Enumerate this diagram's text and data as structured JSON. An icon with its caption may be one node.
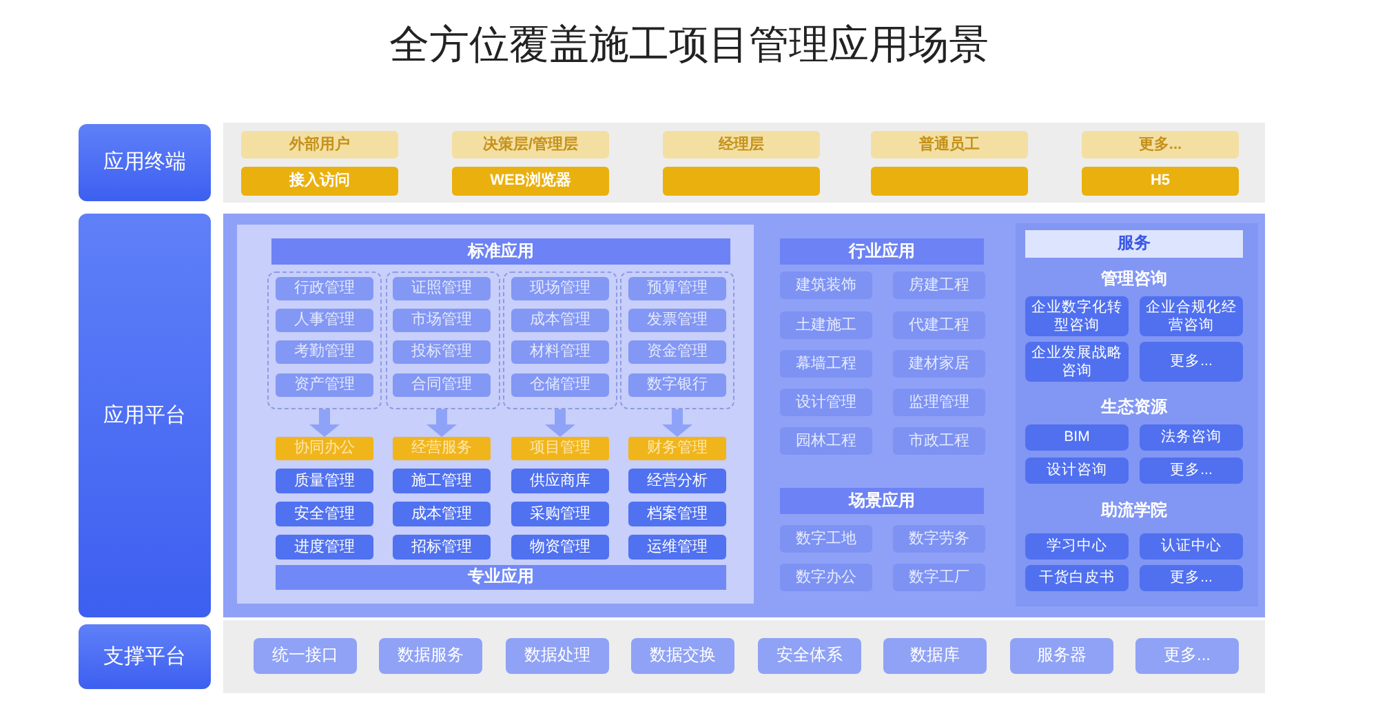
{
  "diagram": {
    "title": "全方位覆盖施工项目管理应用场景",
    "nodes": [
      {
        "text": [
          "应用终端"
        ]
      },
      {
        "text": [],
        "shape": "box"
      },
      {
        "text": [
          "外部用户"
        ],
        "in": 1
      },
      {
        "text": [
          "决策层/管理层"
        ],
        "in": 1
      },
      {
        "text": [
          "经理层"
        ],
        "in": 1
      },
      {
        "text": [
          "普通员工"
        ],
        "in": 1
      },
      {
        "text": [
          "更多..."
        ],
        "in": 1
      },
      {
        "text": [
          "接入访问"
        ],
        "in": 1
      },
      {
        "text": [
          "WEB浏览器"
        ],
        "in": 1
      },
      {
        "text": [],
        "shape": "box",
        "in": 1
      },
      {
        "text": [],
        "shape": "box",
        "in": 1
      },
      {
        "text": [
          "H5"
        ],
        "in": 1
      },
      {
        "text": [
          "应用平台"
        ]
      },
      {
        "text": [],
        "shape": "box"
      },
      {
        "text": [],
        "shape": "box",
        "in": 13
      },
      {
        "text": [
          "标准应用"
        ],
        "in": 14
      },
      {
        "text": [],
        "shape": "box",
        "in": 14
      },
      {
        "text": [
          "行政管理"
        ],
        "in": 16
      },
      {
        "text": [
          "人事管理"
        ],
        "in": 16
      },
      {
        "text": [
          "考勤管理"
        ],
        "in": 16
      },
      {
        "text": [
          "资产管理"
        ],
        "in": 16
      },
      {
        "text": [],
        "shape": "box",
        "in": 14
      },
      {
        "text": [
          "证照管理"
        ],
        "in": 21
      },
      {
        "text": [
          "市场管理"
        ],
        "in": 21
      },
      {
        "text": [
          "投标管理"
        ],
        "in": 21
      },
      {
        "text": [
          "合同管理"
        ],
        "in": 21
      },
      {
        "text": [],
        "shape": "box",
        "in": 14
      },
      {
        "text": [
          "现场管理"
        ],
        "in": 26
      },
      {
        "text": [
          "成本管理"
        ],
        "in": 26
      },
      {
        "text": [
          "材料管理"
        ],
        "in": 26
      },
      {
        "text": [
          "仓储管理"
        ],
        "in": 26
      },
      {
        "text": [],
        "shape": "box",
        "in": 14
      },
      {
        "text": [
          "预算管理"
        ],
        "in": 31
      },
      {
        "text": [
          "发票管理"
        ],
        "in": 31
      },
      {
        "text": [
          "资金管理"
        ],
        "in": 31
      },
      {
        "text": [
          "数字银行"
        ],
        "in": 31
      },
      {
        "text": [
          "协同办公"
        ],
        "in": 14
      },
      {
        "text": [
          "经营服务"
        ],
        "in": 14
      },
      {
        "text": [
          "项目管理"
        ],
        "in": 14
      },
      {
        "text": [
          "财务管理"
        ],
        "in": 14
      },
      {
        "text": [
          "质量管理"
        ],
        "in": 14
      },
      {
        "text": [
          "施工管理"
        ],
        "in": 14
      },
      {
        "text": [
          "供应商库"
        ],
        "in": 14
      },
      {
        "text": [
          "经营分析"
        ],
        "in": 14
      },
      {
        "text": [
          "安全管理"
        ],
        "in": 14
      },
      {
        "text": [
          "成本管理"
        ],
        "in": 14
      },
      {
        "text": [
          "采购管理"
        ],
        "in": 14
      },
      {
        "text": [
          "档案管理"
        ],
        "in": 14
      },
      {
        "text": [
          "进度管理"
        ],
        "in": 14
      },
      {
        "text": [
          "招标管理"
        ],
        "in": 14
      },
      {
        "text": [
          "物资管理"
        ],
        "in": 14
      },
      {
        "text": [
          "运维管理"
        ],
        "in": 14
      },
      {
        "text": [
          "专业应用"
        ],
        "in": 14
      },
      {
        "text": [
          "行业应用"
        ],
        "in": 13
      },
      {
        "text": [
          "建筑装饰"
        ],
        "in": 13
      },
      {
        "text": [
          "房建工程"
        ],
        "in": 13
      },
      {
        "text": [
          "土建施工"
        ],
        "in": 13
      },
      {
        "text": [
          "代建工程"
        ],
        "in": 13
      },
      {
        "text": [
          "幕墙工程"
        ],
        "in": 13
      },
      {
        "text": [
          "建材家居"
        ],
        "in": 13
      },
      {
        "text": [
          "设计管理"
        ],
        "in": 13
      },
      {
        "text": [
          "监理管理"
        ],
        "in": 13
      },
      {
        "text": [
          "园林工程"
        ],
        "in": 13
      },
      {
        "text": [
          "市政工程"
        ],
        "in": 13
      },
      {
        "text": [
          "场景应用"
        ],
        "in": 13
      },
      {
        "text": [
          "数字工地"
        ],
        "in": 13
      },
      {
        "text": [
          "数字劳务"
        ],
        "in": 13
      },
      {
        "text": [
          "数字办公"
        ],
        "in": 13
      },
      {
        "text": [
          "数字工厂"
        ],
        "in": 13
      },
      {
        "text": [],
        "shape": "box",
        "in": 13
      },
      {
        "text": [
          "服务"
        ],
        "in": 69
      },
      {
        "text": [
          "企业数字化转型咨询"
        ],
        "in": 69
      },
      {
        "text": [
          "企业合规化经营咨询"
        ],
        "in": 69
      },
      {
        "text": [
          "企业发展战略咨询"
        ],
        "in": 69
      },
      {
        "text": [
          "更多..."
        ],
        "in": 69
      },
      {
        "text": [
          "BIM"
        ],
        "in": 69
      },
      {
        "text": [
          "法务咨询"
        ],
        "in": 69
      },
      {
        "text": [
          "设计咨询"
        ],
        "in": 69
      },
      {
        "text": [
          "更多..."
        ],
        "in": 69
      },
      {
        "text": [
          "学习中心"
        ],
        "in": 69
      },
      {
        "text": [
          "认证中心"
        ],
        "in": 69
      },
      {
        "text": [
          "干货白皮书"
        ],
        "in": 69
      },
      {
        "text": [
          "更多..."
        ],
        "in": 69
      },
      {
        "text": [
          "支撑平台"
        ]
      },
      {
        "text": [],
        "shape": "box"
      },
      {
        "text": [
          "统一接口"
        ],
        "in": 84
      },
      {
        "text": [
          "数据服务"
        ],
        "in": 84
      },
      {
        "text": [
          "数据处理"
        ],
        "in": 84
      },
      {
        "text": [
          "数据交换"
        ],
        "in": 84
      },
      {
        "text": [
          "安全体系"
        ],
        "in": 84
      },
      {
        "text": [
          "数据库"
        ],
        "in": 84
      },
      {
        "text": [
          "服务器"
        ],
        "in": 84
      },
      {
        "text": [
          "更多..."
        ],
        "in": 84
      }
    ],
    "edges": [
      {
        "from": 16,
        "to": 36,
        "arrow": "to"
      },
      {
        "from": 21,
        "to": 37,
        "arrow": "to"
      },
      {
        "from": 26,
        "to": 38,
        "arrow": "to"
      },
      {
        "from": 31,
        "to": 39,
        "arrow": "to"
      }
    ],
    "labels": [
      "管理咨询",
      "生态资源",
      "助流学院"
    ]
  }
}
